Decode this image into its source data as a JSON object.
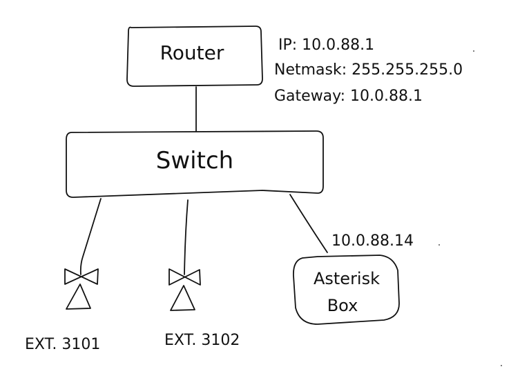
{
  "nodes": {
    "router": {
      "label": "Router"
    },
    "switch": {
      "label": "Switch"
    },
    "asterisk": {
      "label_line1": "Asterisk",
      "label_line2": "Box"
    },
    "phone1": {
      "label": "EXT. 3101"
    },
    "phone2": {
      "label": "EXT. 3102"
    }
  },
  "router_config": {
    "ip": "IP: 10.0.88.1",
    "netmask": "Netmask: 255.255.255.0",
    "gateway": "Gateway: 10.0.88.1"
  },
  "asterisk_ip": "10.0.88.14",
  "colors": {
    "ink": "#111111",
    "background": "#ffffff"
  }
}
